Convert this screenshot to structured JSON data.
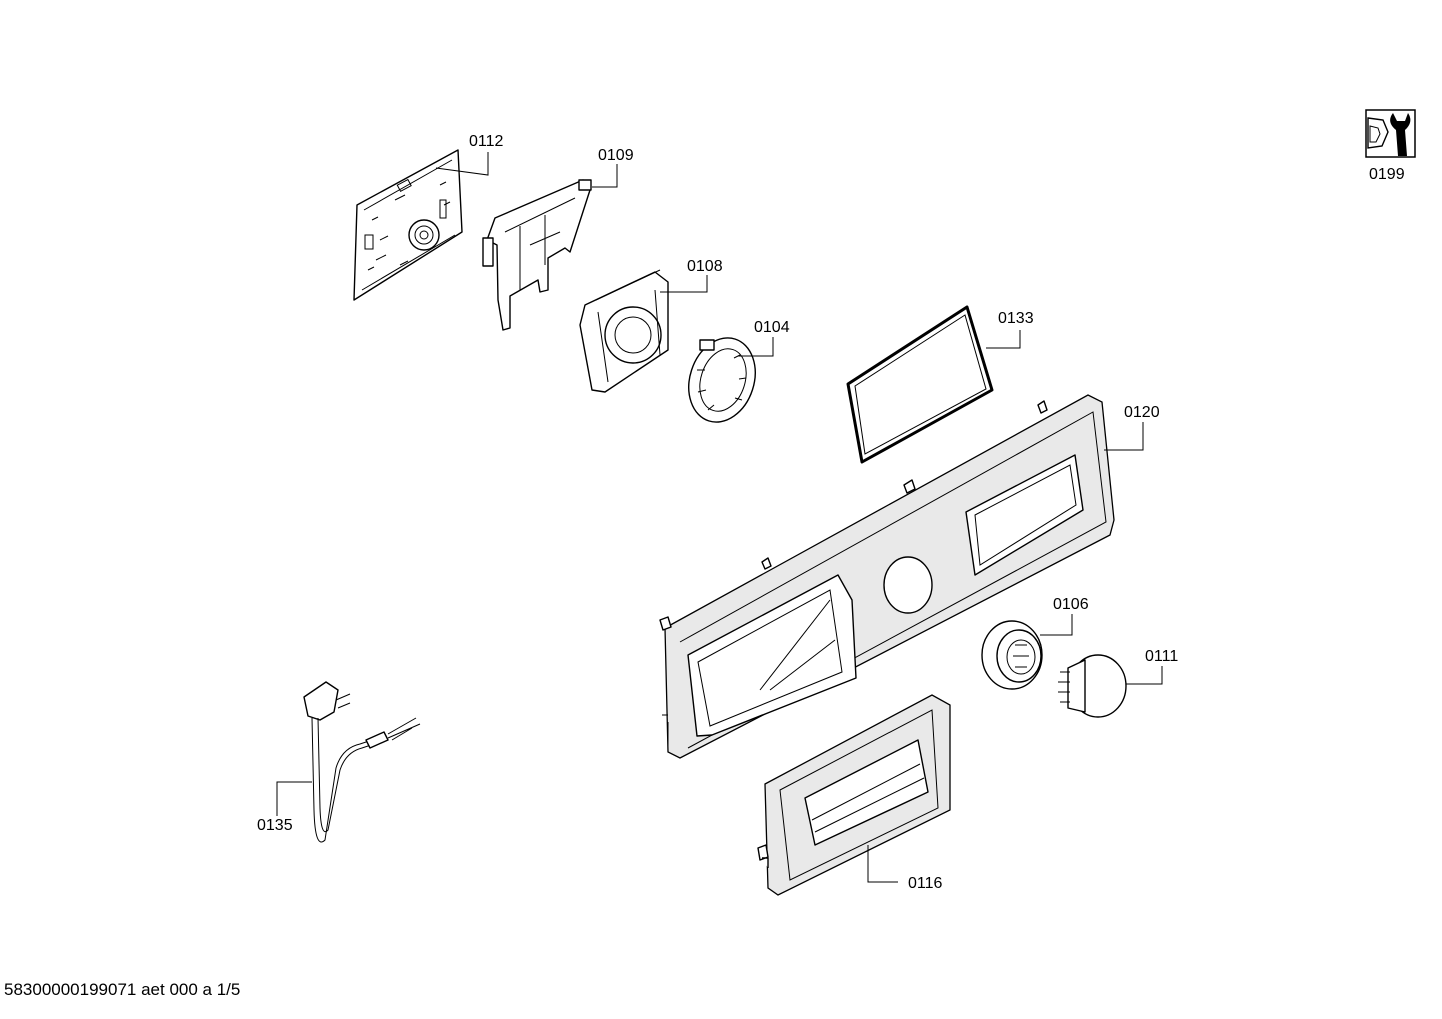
{
  "parts": [
    {
      "id": "0112",
      "label": "0112"
    },
    {
      "id": "0109",
      "label": "0109"
    },
    {
      "id": "0108",
      "label": "0108"
    },
    {
      "id": "0104",
      "label": "0104"
    },
    {
      "id": "0133",
      "label": "0133"
    },
    {
      "id": "0120",
      "label": "0120"
    },
    {
      "id": "0106",
      "label": "0106"
    },
    {
      "id": "0111",
      "label": "0111"
    },
    {
      "id": "0135",
      "label": "0135"
    },
    {
      "id": "0116",
      "label": "0116"
    },
    {
      "id": "0199",
      "label": "0199"
    }
  ],
  "footer": "58300000199071 aet 000 a 1/5",
  "icons": {
    "service_kit": "wrench-nut-icon",
    "power_cord": "power-plug-icon"
  }
}
